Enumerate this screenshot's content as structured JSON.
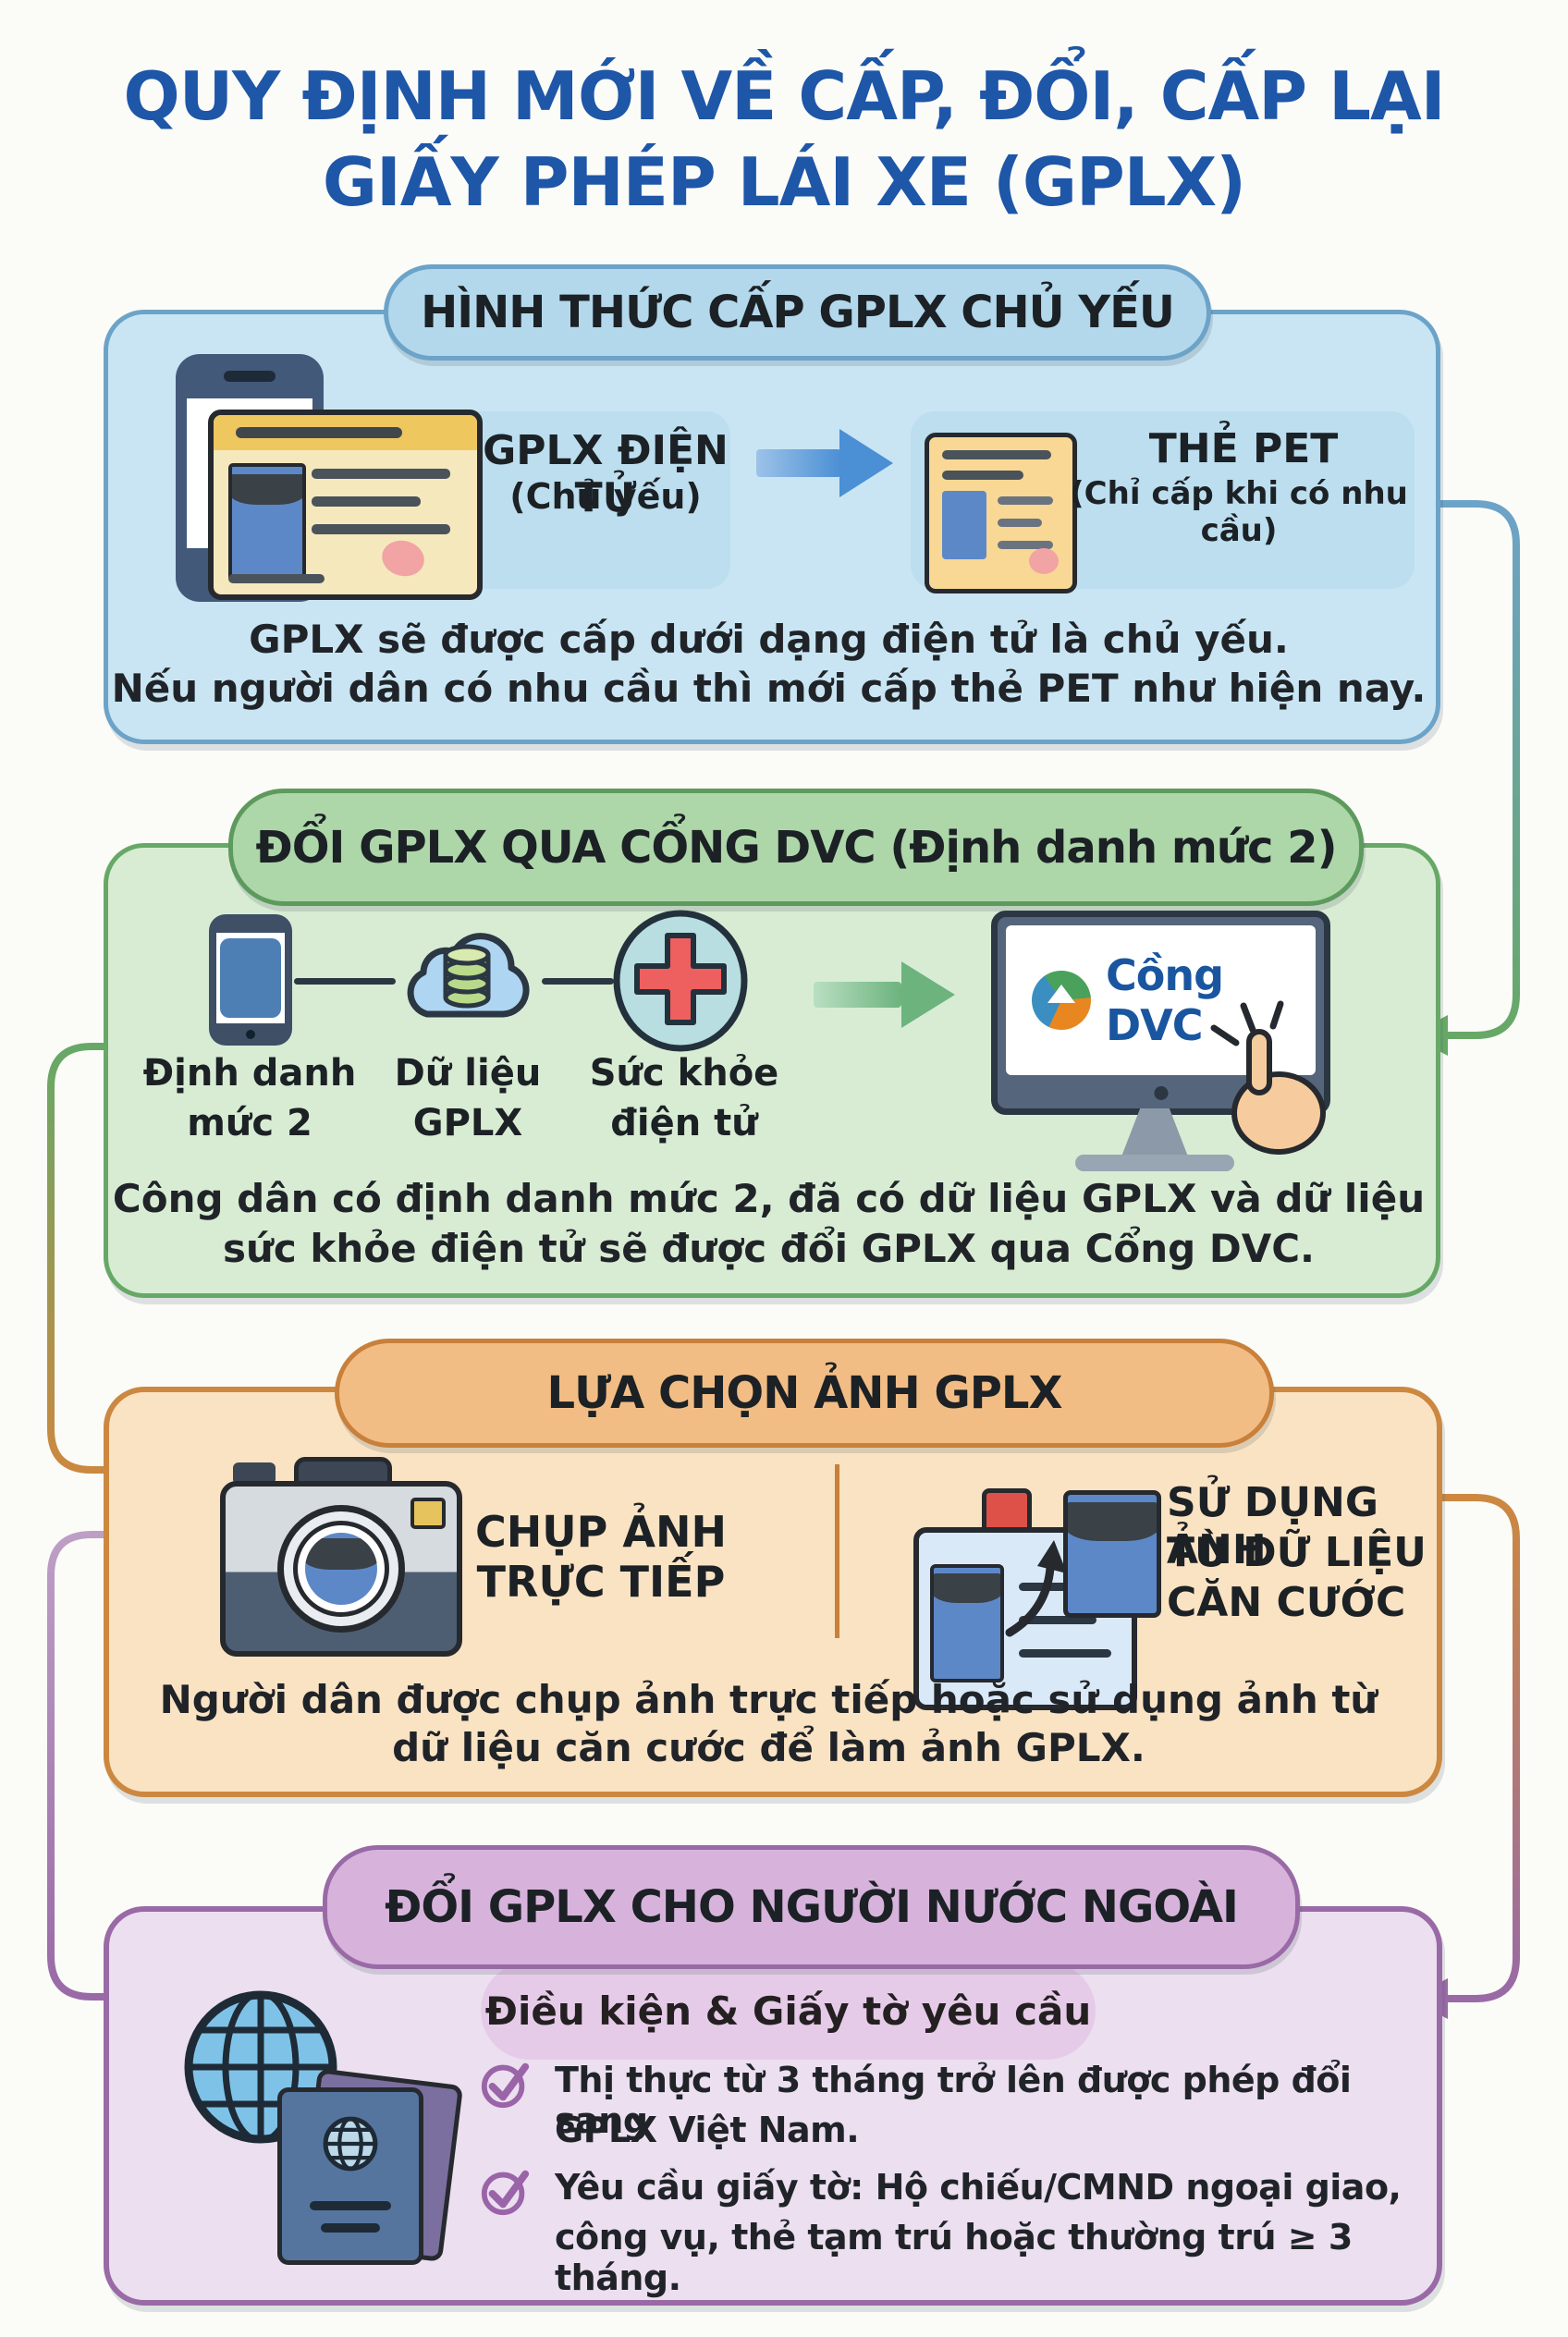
{
  "title": {
    "line1": "QUY ĐỊNH MỚI VỀ CẤP, ĐỔI, CẤP LẠI",
    "line2": "GIẤY PHÉP LÁI XE (GPLX)",
    "color": "#1e56a8"
  },
  "s1": {
    "header": "HÌNH THỨC CẤP GPLX CHỦ YẾU",
    "card_label": "GPLX ĐIỆN TỬ",
    "card_sub": "(Chủ yếu)",
    "pet_label": "THẺ PET",
    "pet_sub": "(Chỉ cấp khi có nhu cầu)",
    "body": [
      "GPLX sẽ được cấp dưới dạng điện tử là chủ yếu.",
      "Nếu người dân có nhu cầu thì mới cấp thẻ PET như hiện nay."
    ]
  },
  "s2": {
    "header": "ĐỔI GPLX QUA CỔNG DVC (Định danh mức 2)",
    "items": [
      {
        "line1": "Định danh",
        "line2": "mức 2"
      },
      {
        "line1": "Dữ liệu",
        "line2": "GPLX"
      },
      {
        "line1": "Sức khỏe",
        "line2": "điện tử"
      }
    ],
    "portal": "Cồng DVC",
    "body": [
      "Công dân có định danh mức 2, đã có dữ liệu GPLX và dữ liệu",
      "sức khỏe điện tử sẽ được đổi GPLX qua Cổng DVC."
    ]
  },
  "s3": {
    "header": "LỰA CHỌN ẢNH GPLX",
    "left": [
      "CHỤP ẢNH",
      "TRỰC TIẾP"
    ],
    "right": [
      "SỬ DỤNG ẢNH",
      "TỪ DỮ LIỆU",
      "CĂN CƯỚC"
    ],
    "body": [
      "Người dân được chụp ảnh trực tiếp hoặc sử dụng ảnh từ",
      "dữ liệu căn cước để làm ảnh GPLX."
    ]
  },
  "s4": {
    "header": "ĐỔI GPLX CHO NGƯỜI NƯỚC NGOÀI",
    "subheader": "Điều kiện & Giấy tờ yêu cầu",
    "checks": [
      {
        "line1": "Thị thực từ 3 tháng trở lên được phép đổi sang",
        "line2": "GPLX Việt Nam."
      },
      {
        "line1": "Yêu cầu giấy tờ: Hộ chiếu/CMND ngoại giao,",
        "line2": "công vụ, thẻ tạm trú hoặc thường trú ≥ 3 tháng."
      }
    ]
  },
  "colors": {
    "title_blue": "#1e56a8",
    "section1_accent": "#6ca3c8",
    "section2_accent": "#67a867",
    "section3_accent": "#cc8840",
    "section4_accent": "#996aa6",
    "text_dark": "#202428"
  }
}
